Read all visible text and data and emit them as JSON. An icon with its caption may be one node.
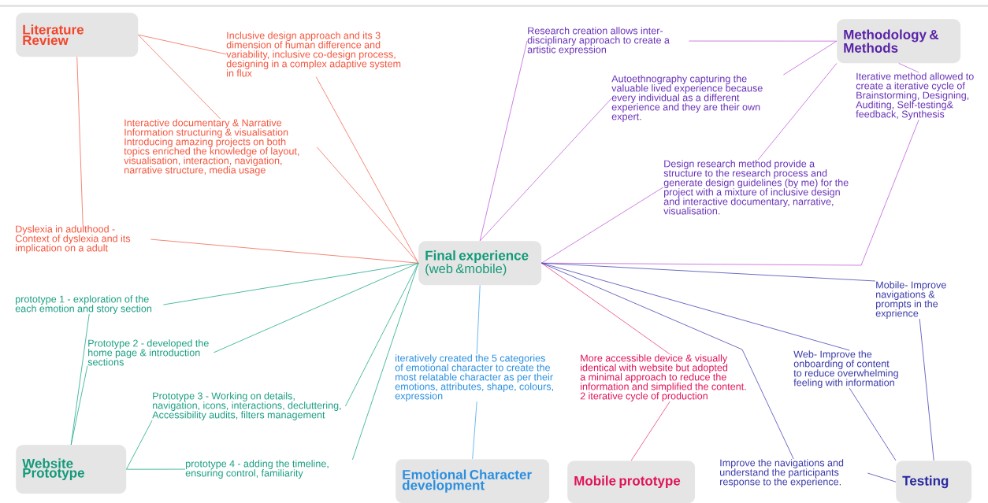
{
  "diagram": {
    "nodes": [
      {
        "text": [
          "Literature Review"
        ]
      },
      {
        "text": [
          "Inclusive design approach and its 3 dimension of human difference and variability, inclusive co-design process, designing in a complex adaptive system in flux"
        ]
      },
      {
        "text": [
          "Interactive documentary & Narrative Information structuring & visualisation Introducing amazing projects on both topics enriched the knowledge of layout, visualisation, interaction, navigation, narrative structure, media usage"
        ]
      },
      {
        "text": [
          "Dyslexia in adulthood - Context of dyslexia and its implication on a adult"
        ]
      },
      {
        "text": [
          "Research creation allows inter-disciplinary approach to create a artistic expression"
        ]
      },
      {
        "text": [
          "Methodology & Methods"
        ]
      },
      {
        "text": [
          "Autoethnography capturing the valuable lived experience because every individual as a different experience and they are their own expert."
        ]
      },
      {
        "text": [
          "Iterative method allowed to create a iterative cycle of Brainstorming, Designing, Auditing, Self-testing& feedback, Synthesis"
        ]
      },
      {
        "text": [
          "Design research method provide a structure to the research process and generate design guidelines (by me) for the project with a mixture of inclusive design and interactive documentary, narrative, visualisation."
        ]
      },
      {
        "text": [
          "Final experience",
          "(web &mobile)"
        ]
      },
      {
        "text": [
          "prototype 1 - exploration of the each emotion and story section"
        ]
      },
      {
        "text": [
          "Prototype 2 - developed the home page & introduction sections"
        ]
      },
      {
        "text": [
          "Mobile- Improve navigations & prompts in the exprience"
        ]
      },
      {
        "text": [
          "Web- Improve the onboarding of content to reduce overwhelming feeling with information"
        ]
      },
      {
        "text": [
          "iteratively created the 5 categories of emotional character to create the most relatable character as per their emotions, attributes, shape, colours, expression"
        ]
      },
      {
        "text": [
          "More accessible device & visually identical with website but adopted a minimal approach to reduce the information and simplified the content. 2 iterative cycle of production"
        ]
      },
      {
        "text": [
          "Prototype 3 - Working on details, navigation, icons, interactions, decluttering, Accessibility audits, filters management"
        ]
      },
      {
        "text": [
          "Website Prototype"
        ]
      },
      {
        "text": [
          "prototype 4 - adding the timeline, ensuring control, familiarity"
        ]
      },
      {
        "text": [
          "Emotional Character development"
        ]
      },
      {
        "text": [
          "Mobile prototype"
        ]
      },
      {
        "text": [
          "Improve the navigations and understand the participants response to the experience."
        ]
      },
      {
        "text": [
          "Testing"
        ]
      }
    ],
    "edges": [
      {
        "from": 0,
        "to": 1,
        "arrow": "none",
        "color": "#f26a55"
      },
      {
        "from": 0,
        "to": 2,
        "arrow": "none",
        "color": "#f26a55"
      },
      {
        "from": 0,
        "to": 3,
        "arrow": "none",
        "color": "#f26a55"
      },
      {
        "from": 1,
        "to": 9,
        "arrow": "none",
        "color": "#f26a55"
      },
      {
        "from": 2,
        "to": 9,
        "arrow": "none",
        "color": "#f26a55"
      },
      {
        "from": 3,
        "to": 9,
        "arrow": "none",
        "color": "#f26a55"
      },
      {
        "from": 5,
        "to": 4,
        "arrow": "none",
        "color": "#c060d8"
      },
      {
        "from": 5,
        "to": 6,
        "arrow": "none",
        "color": "#c060d8"
      },
      {
        "from": 5,
        "to": 8,
        "arrow": "none",
        "color": "#c060d8"
      },
      {
        "from": 5,
        "to": 7,
        "arrow": "none",
        "color": "#c060d8"
      },
      {
        "from": 4,
        "to": 9,
        "arrow": "none",
        "color": "#c060d8"
      },
      {
        "from": 6,
        "to": 9,
        "arrow": "none",
        "color": "#c060d8"
      },
      {
        "from": 8,
        "to": 9,
        "arrow": "none",
        "color": "#c060d8"
      },
      {
        "from": 7,
        "to": 9,
        "arrow": "none",
        "color": "#c060d8"
      },
      {
        "from": 9,
        "to": 10,
        "arrow": "none",
        "color": "#1faa8c"
      },
      {
        "from": 9,
        "to": 11,
        "arrow": "none",
        "color": "#1faa8c"
      },
      {
        "from": 9,
        "to": 16,
        "arrow": "none",
        "color": "#1faa8c"
      },
      {
        "from": 9,
        "to": 18,
        "arrow": "none",
        "color": "#1faa8c"
      },
      {
        "from": 17,
        "to": 10,
        "arrow": "none",
        "color": "#1faa8c"
      },
      {
        "from": 17,
        "to": 11,
        "arrow": "none",
        "color": "#1faa8c"
      },
      {
        "from": 17,
        "to": 16,
        "arrow": "none",
        "color": "#1faa8c"
      },
      {
        "from": 17,
        "to": 18,
        "arrow": "none",
        "color": "#1faa8c"
      },
      {
        "from": 9,
        "to": 14,
        "arrow": "none",
        "color": "#4aa8ec"
      },
      {
        "from": 14,
        "to": 19,
        "arrow": "none",
        "color": "#4aa8ec"
      },
      {
        "from": 9,
        "to": 15,
        "arrow": "none",
        "color": "#e8407a"
      },
      {
        "from": 15,
        "to": 20,
        "arrow": "none",
        "color": "#e8407a"
      },
      {
        "from": 9,
        "to": 12,
        "arrow": "none",
        "color": "#4848b8"
      },
      {
        "from": 9,
        "to": 13,
        "arrow": "none",
        "color": "#4848b8"
      },
      {
        "from": 9,
        "to": 21,
        "arrow": "none",
        "color": "#4848b8"
      },
      {
        "from": 22,
        "to": 12,
        "arrow": "none",
        "color": "#4848b8"
      },
      {
        "from": 22,
        "to": 13,
        "arrow": "none",
        "color": "#4848b8"
      },
      {
        "from": 22,
        "to": 21,
        "arrow": "none",
        "color": "#4848b8"
      }
    ]
  }
}
